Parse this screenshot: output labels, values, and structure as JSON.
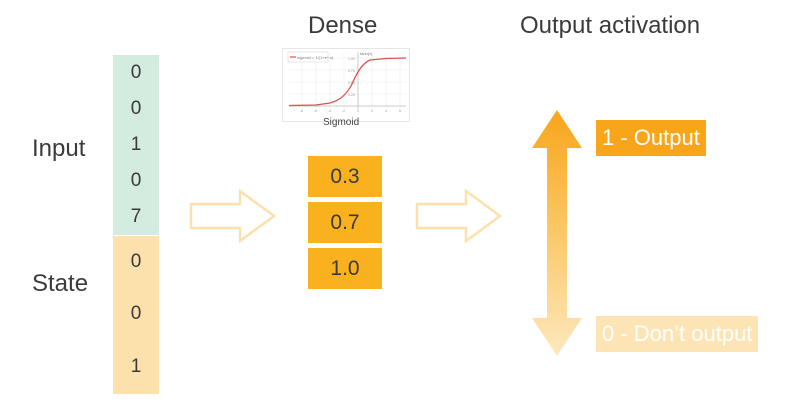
{
  "labels": {
    "input": "Input",
    "state": "State"
  },
  "headings": {
    "dense": "Dense",
    "output_activation": "Output activation"
  },
  "vector": {
    "cells": [
      {
        "value": "0",
        "kind": "input"
      },
      {
        "value": "0",
        "kind": "input"
      },
      {
        "value": "1",
        "kind": "input"
      },
      {
        "value": "0",
        "kind": "input"
      },
      {
        "value": "7",
        "kind": "input"
      },
      {
        "value": "0",
        "kind": "state"
      },
      {
        "value": "0",
        "kind": "state"
      },
      {
        "value": "1",
        "kind": "state"
      }
    ]
  },
  "sigmoid_plot": {
    "caption": "Sigmoid",
    "ylabel": "tanh(x)",
    "legend": "sigmoid = 1/(1+e^-x)",
    "x_ticks": [
      "-8",
      "-6",
      "-4",
      "-2",
      "0",
      "2",
      "4",
      "6",
      "8"
    ],
    "y_ticks": [
      "1.00",
      "0.75",
      "0.50",
      "0.25",
      "0.00"
    ]
  },
  "dense": {
    "values": [
      "0.3",
      "0.7",
      "1.0"
    ]
  },
  "output": {
    "high_label": "1 - Output",
    "low_label": "0 - Don’t output"
  },
  "colors": {
    "input_cell": "#d4ebdf",
    "state_cell": "#fde1ad",
    "dense_cell": "#f9b21d",
    "arrow_outline": "#fde1ad",
    "accent": "#f8a51a",
    "accent_light": "#fde4b5",
    "curve": "#e05050"
  }
}
